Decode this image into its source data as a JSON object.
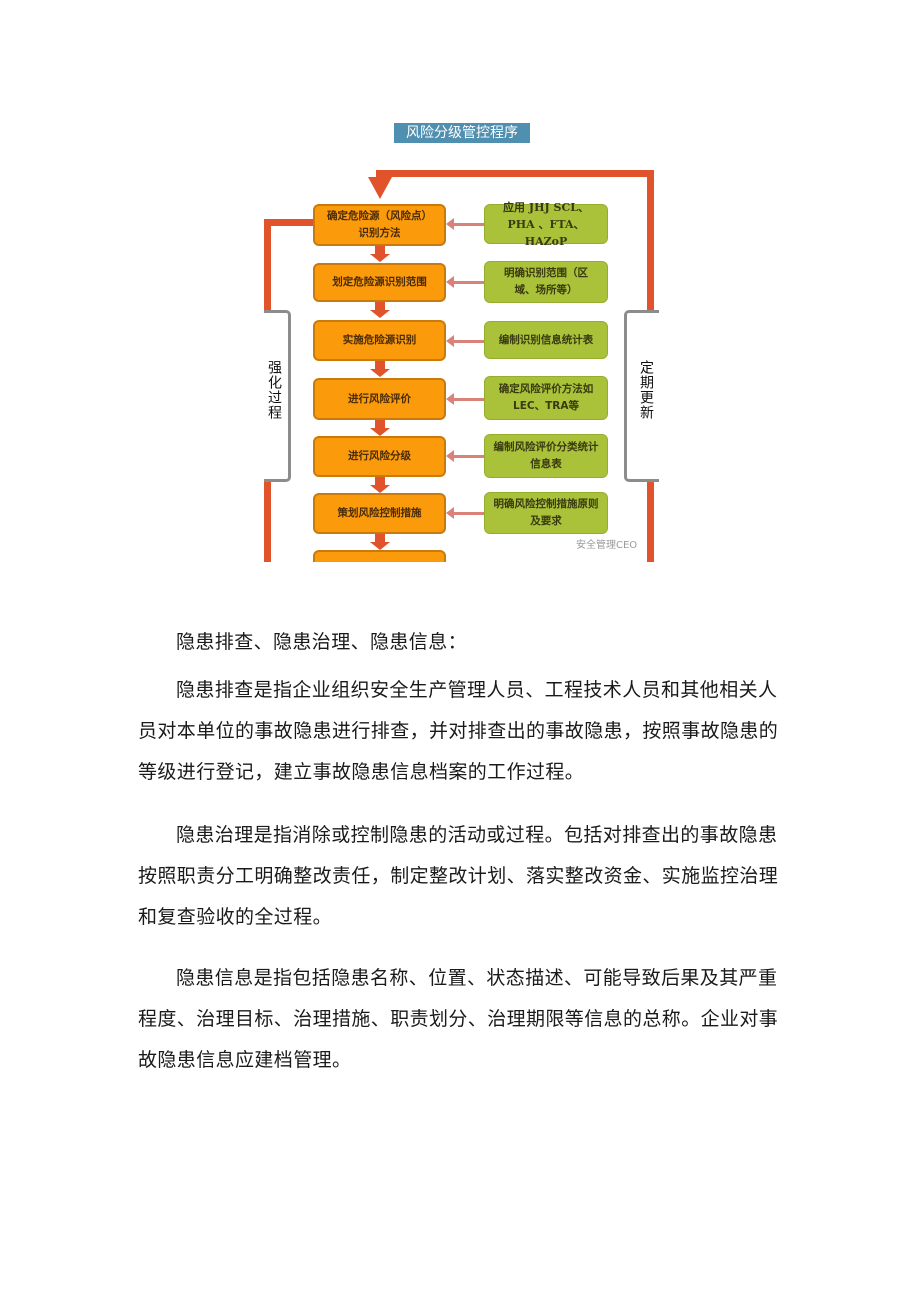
{
  "figure": {
    "caption": "风险分级管控程序",
    "colors": {
      "loop": "#e0532b",
      "step": "#fb9a0b",
      "note": "#a9c23a",
      "caption_bg": "#4f8fb0"
    },
    "left_label": "强化过程",
    "right_label": "定期更新",
    "steps": [
      {
        "label": "确定危险源（风险点）识别方法",
        "note": "应用 JHJ SCL、PHA 、FTA、HAZoP"
      },
      {
        "label": "划定危险源识别范围",
        "note": "明确识别范围（区域、场所等）"
      },
      {
        "label": "实施危险源识别",
        "note": "编制识别信息统计表"
      },
      {
        "label": "进行风险评价",
        "note": "确定风险评价方法如LEC、TRA等"
      },
      {
        "label": "进行风险分级",
        "note": "编制风险评价分类统计信息表"
      },
      {
        "label": "策划风险控制措施",
        "note": "明确风险控制措施原则及要求"
      },
      {
        "label": "",
        "note": ""
      }
    ],
    "watermark": "安全管理CEO"
  },
  "body": {
    "heading": "隐患排查、隐患治理、隐患信息：",
    "paragraphs": [
      "隐患排查是指企业组织安全生产管理人员、工程技术人员和其他相关人员对本单位的事故隐患进行排查，并对排查出的事故隐患，按照事故隐患的等级进行登记，建立事故隐患信息档案的工作过程。",
      "隐患治理是指消除或控制隐患的活动或过程。包括对排查出的事故隐患按照职责分工明确整改责任，制定整改计划、落实整改资金、实施监控治理和复查验收的全过程。",
      "隐患信息是指包括隐患名称、位置、状态描述、可能导致后果及其严重程度、治理目标、治理措施、职责划分、治理期限等信息的总称。企业对事故隐患信息应建档管理。"
    ]
  }
}
